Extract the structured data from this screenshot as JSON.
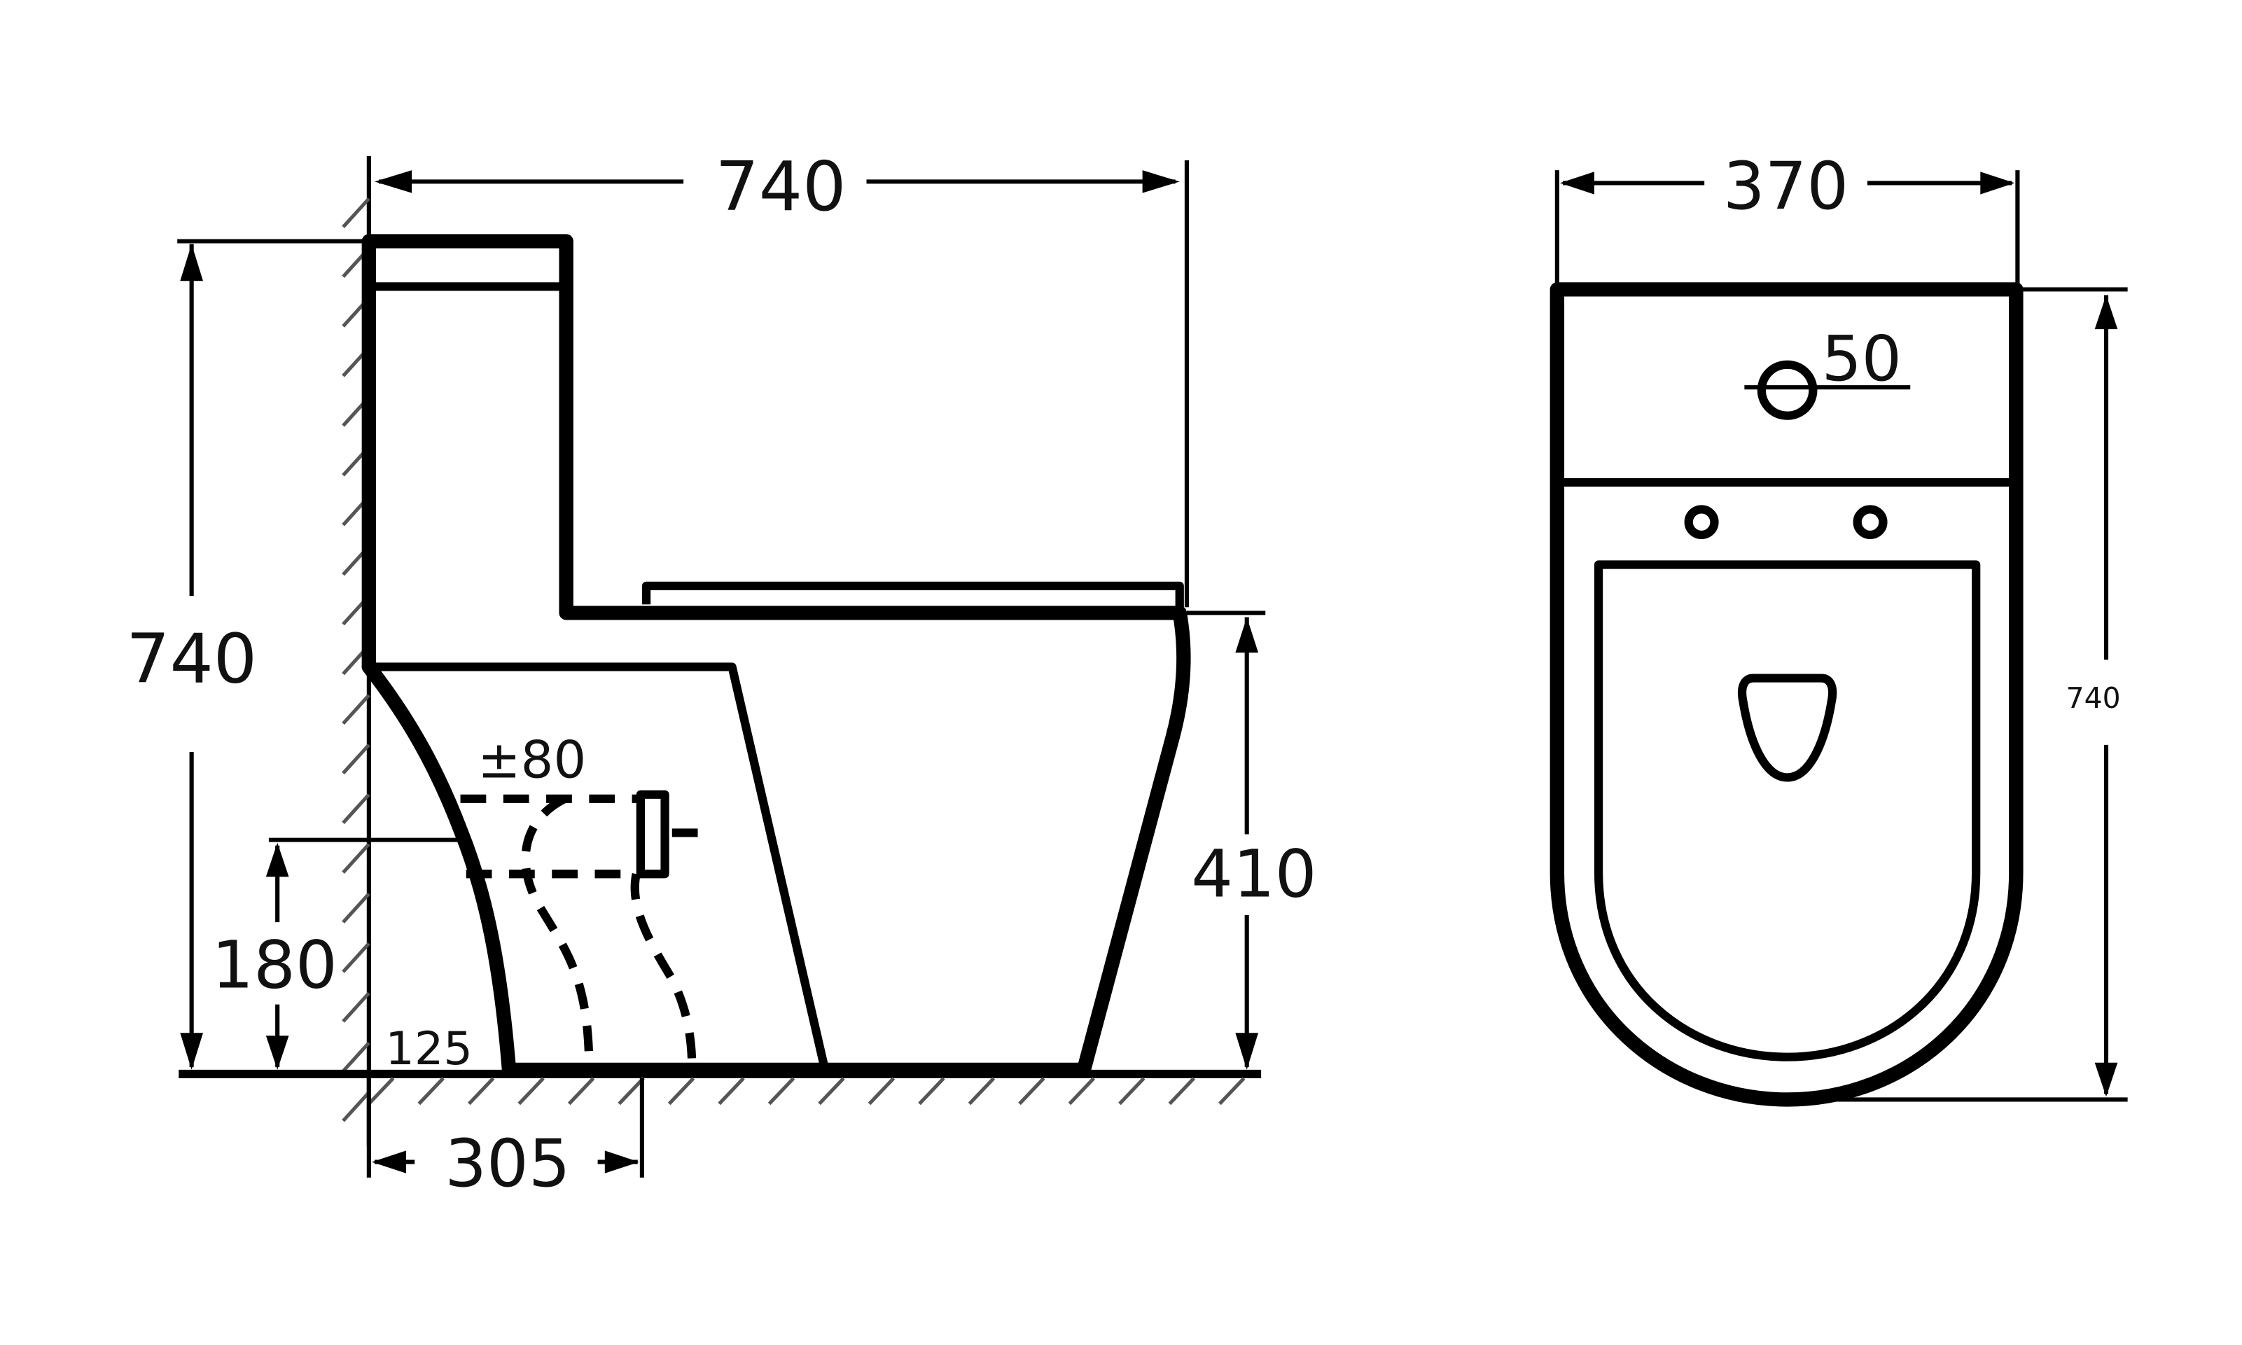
{
  "dimensions": {
    "side_total_length": "740",
    "side_total_height": "740",
    "seat_height": "410",
    "outlet_height": "180",
    "outlet_tolerance": "±80",
    "outlet_small_offset": "125",
    "rough_in": "305",
    "top_width": "370",
    "top_depth": "740",
    "tap_hole": "50"
  }
}
